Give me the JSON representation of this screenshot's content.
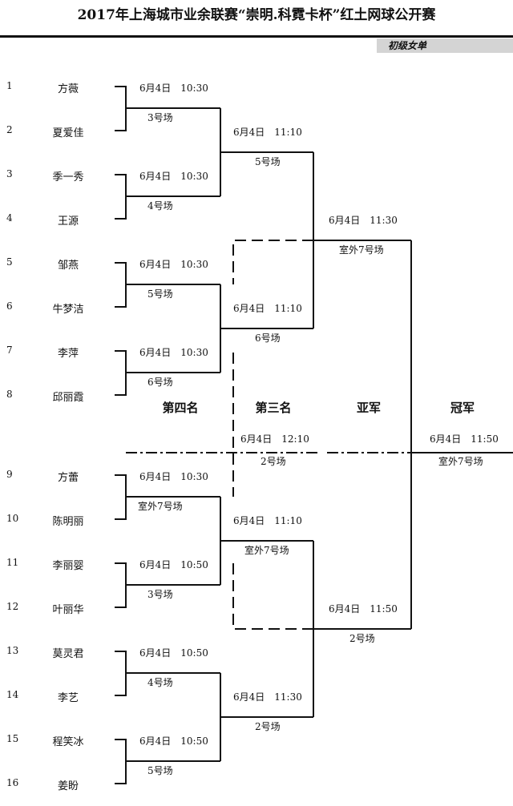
{
  "title": "2017年上海城市业余联赛“崇明.科霓卡杯”红土网球公开赛",
  "category": "初级女单",
  "players": [
    {
      "seed": "1",
      "name": "方薇"
    },
    {
      "seed": "2",
      "name": "夏爱佳"
    },
    {
      "seed": "3",
      "name": "季一秀"
    },
    {
      "seed": "4",
      "name": "王源"
    },
    {
      "seed": "5",
      "name": "邹燕"
    },
    {
      "seed": "6",
      "name": "牛梦洁"
    },
    {
      "seed": "7",
      "name": "李萍"
    },
    {
      "seed": "8",
      "name": "邱丽霞"
    },
    {
      "seed": "9",
      "name": "方蕾"
    },
    {
      "seed": "10",
      "name": "陈明丽"
    },
    {
      "seed": "11",
      "name": "李丽婴"
    },
    {
      "seed": "12",
      "name": "叶丽华"
    },
    {
      "seed": "13",
      "name": "莫灵君"
    },
    {
      "seed": "14",
      "name": "李艺"
    },
    {
      "seed": "15",
      "name": "程笑冰"
    },
    {
      "seed": "16",
      "name": "姜盼"
    }
  ],
  "round1": [
    {
      "time": "6月4日　10:30",
      "court": "3号场"
    },
    {
      "time": "6月4日　10:30",
      "court": "4号场"
    },
    {
      "time": "6月4日　10:30",
      "court": "5号场"
    },
    {
      "time": "6月4日　10:30",
      "court": "6号场"
    },
    {
      "time": "6月4日　10:30",
      "court": "室外7号场"
    },
    {
      "time": "6月4日　10:50",
      "court": "3号场"
    },
    {
      "time": "6月4日　10:50",
      "court": "4号场"
    },
    {
      "time": "6月4日　10:50",
      "court": "5号场"
    }
  ],
  "round2": [
    {
      "time": "6月4日　11:10",
      "court": "5号场"
    },
    {
      "time": "6月4日　11:10",
      "court": "6号场"
    },
    {
      "time": "6月4日　11:10",
      "court": "室外7号场"
    },
    {
      "time": "6月4日　11:30",
      "court": "2号场"
    }
  ],
  "semis": [
    {
      "time": "6月4日　11:30",
      "court": "室外7号场"
    },
    {
      "time": "6月4日　11:50",
      "court": "2号场"
    }
  ],
  "third_place_match": {
    "time": "6月4日　12:10",
    "court": "2号场"
  },
  "final": {
    "time": "6月4日　11:50",
    "court": "室外7号场"
  },
  "placements": {
    "fourth": "第四名",
    "third": "第三名",
    "runner_up": "亚军",
    "champion": "冠军"
  }
}
